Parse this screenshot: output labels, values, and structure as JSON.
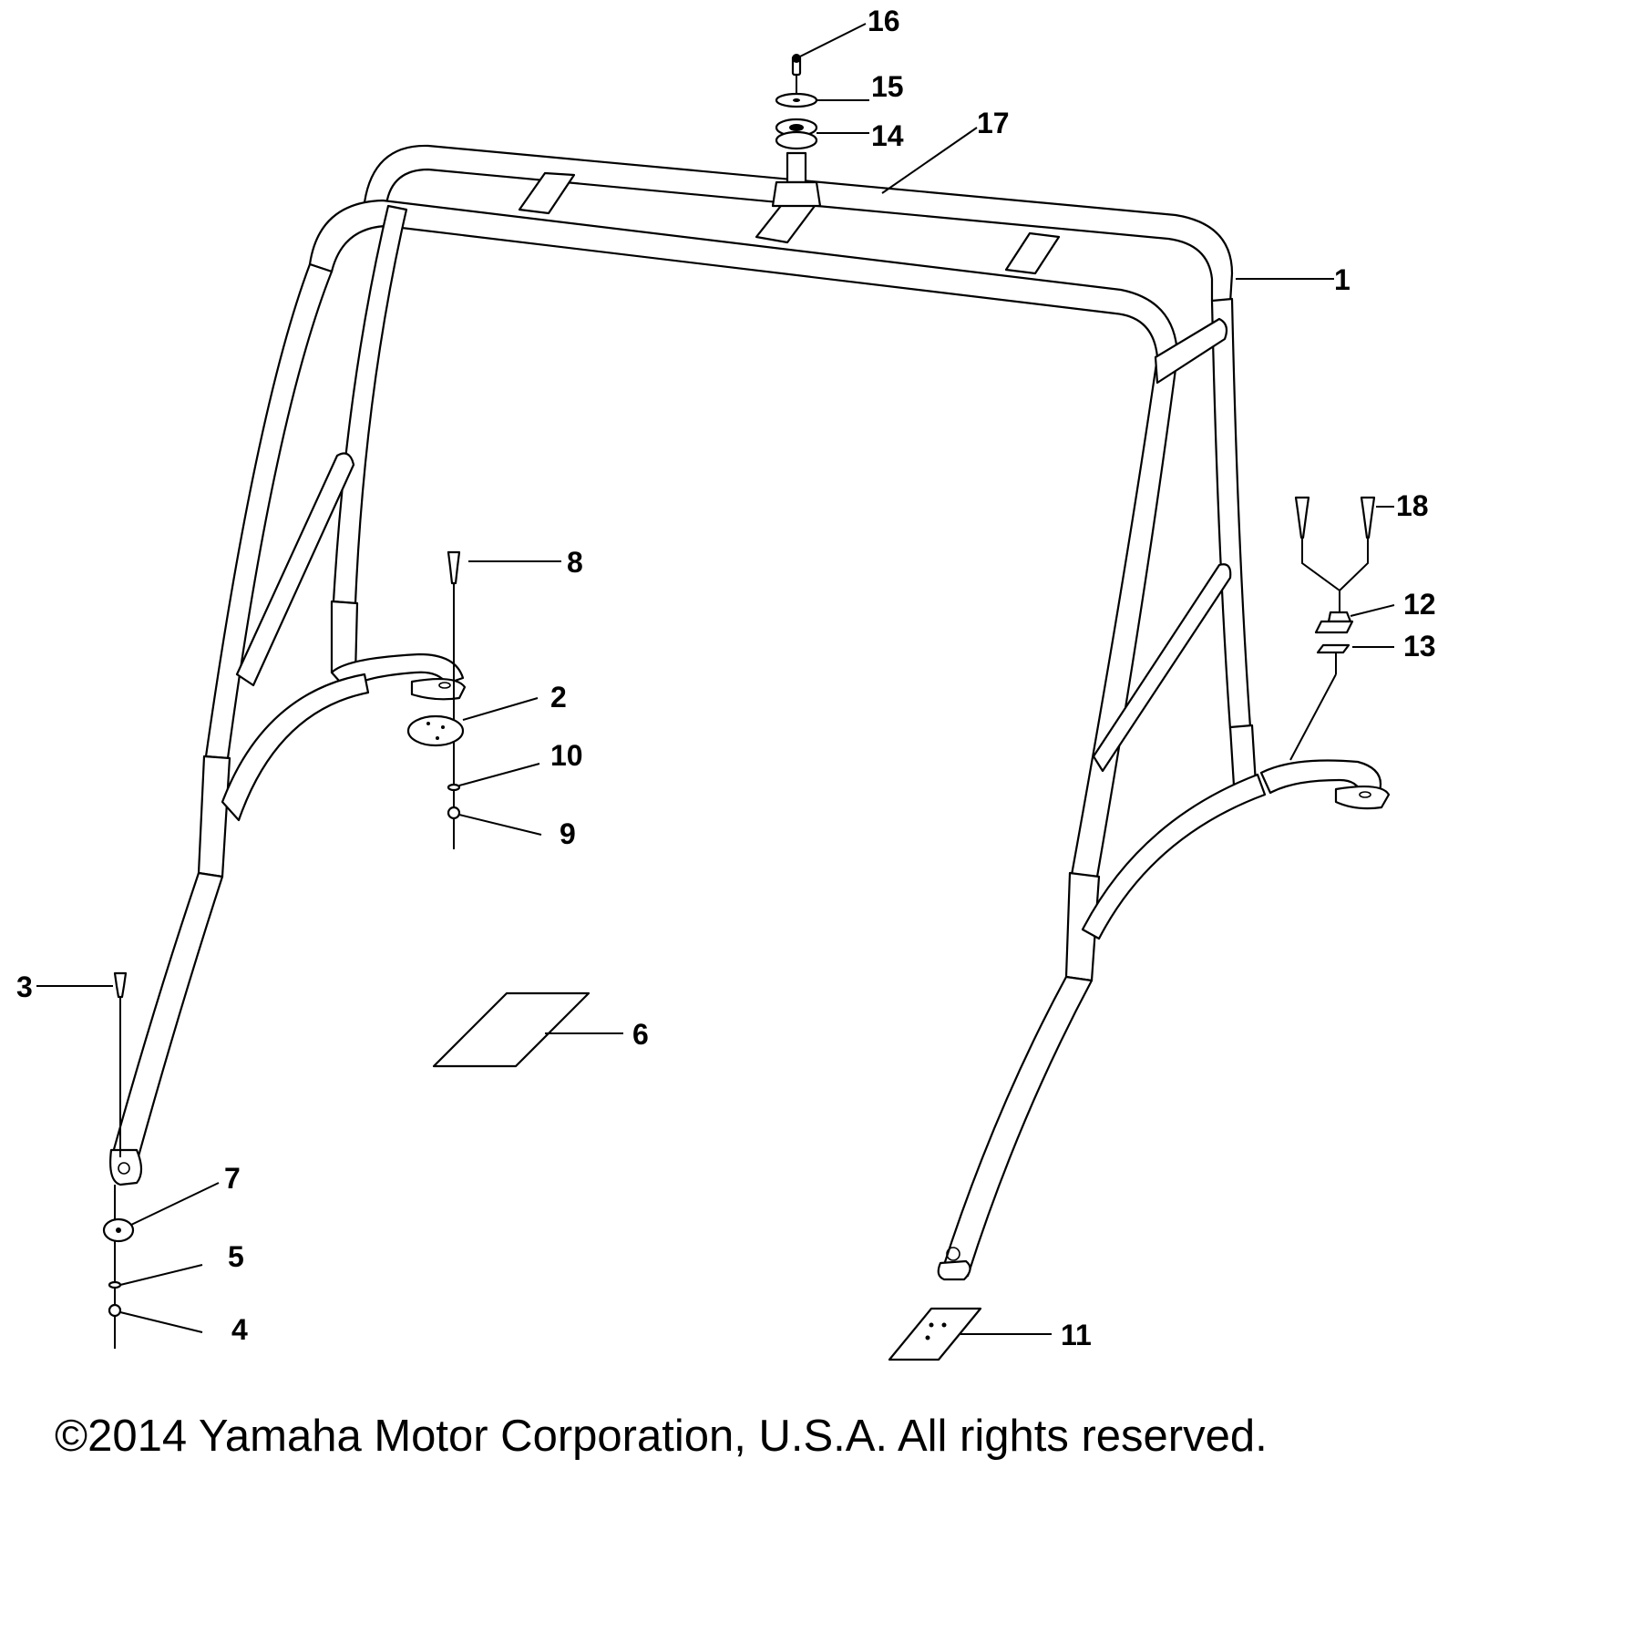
{
  "diagram": {
    "callouts": [
      {
        "id": "1",
        "label": "1"
      },
      {
        "id": "2",
        "label": "2"
      },
      {
        "id": "3",
        "label": "3"
      },
      {
        "id": "4",
        "label": "4"
      },
      {
        "id": "5",
        "label": "5"
      },
      {
        "id": "6",
        "label": "6"
      },
      {
        "id": "7",
        "label": "7"
      },
      {
        "id": "8",
        "label": "8"
      },
      {
        "id": "9",
        "label": "9"
      },
      {
        "id": "10",
        "label": "10"
      },
      {
        "id": "11",
        "label": "11"
      },
      {
        "id": "12",
        "label": "12"
      },
      {
        "id": "13",
        "label": "13"
      },
      {
        "id": "14",
        "label": "14"
      },
      {
        "id": "15",
        "label": "15"
      },
      {
        "id": "16",
        "label": "16"
      },
      {
        "id": "17",
        "label": "17"
      },
      {
        "id": "18",
        "label": "18"
      }
    ]
  },
  "copyright": "©2014 Yamaha Motor Corporation, U.S.A. All rights reserved."
}
